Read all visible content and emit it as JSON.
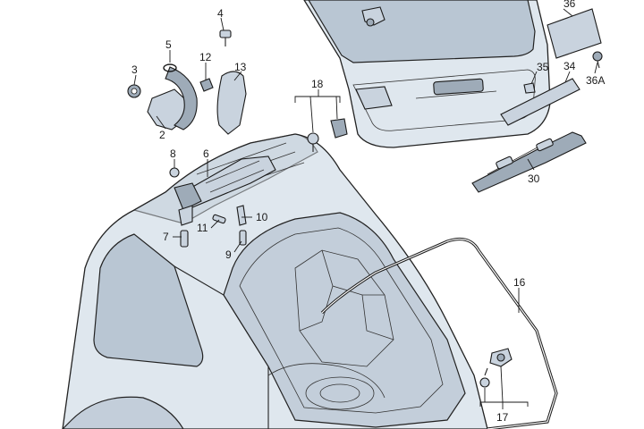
{
  "callouts": [
    {
      "id": "c4",
      "text": "4"
    },
    {
      "id": "c5",
      "text": "5"
    },
    {
      "id": "c3",
      "text": "3"
    },
    {
      "id": "c12",
      "text": "12"
    },
    {
      "id": "c13",
      "text": "13"
    },
    {
      "id": "c2",
      "text": "2"
    },
    {
      "id": "c8",
      "text": "8"
    },
    {
      "id": "c6",
      "text": "6"
    },
    {
      "id": "c10",
      "text": "10"
    },
    {
      "id": "c11",
      "text": "11"
    },
    {
      "id": "c7",
      "text": "7"
    },
    {
      "id": "c9",
      "text": "9"
    },
    {
      "id": "c18",
      "text": "18"
    },
    {
      "id": "c36",
      "text": "36"
    },
    {
      "id": "c35",
      "text": "35"
    },
    {
      "id": "c34",
      "text": "34"
    },
    {
      "id": "c36A",
      "text": "36A"
    },
    {
      "id": "c30",
      "text": "30"
    },
    {
      "id": "c16",
      "text": "16"
    },
    {
      "id": "c17",
      "text": "17"
    }
  ],
  "icons": {
    "bolt": "bolt-icon",
    "nut": "nut-icon",
    "hinge": "hinge-icon",
    "gas-strut": "gas-strut-icon"
  }
}
